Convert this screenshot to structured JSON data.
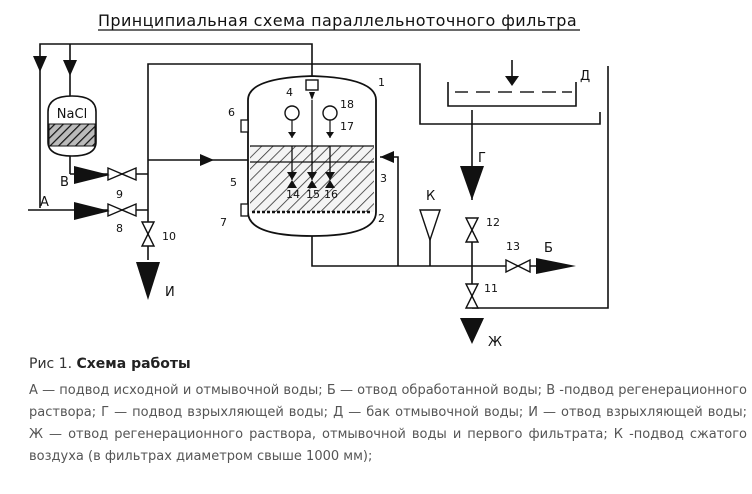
{
  "title": "Принципиальная схема параллельноточного фильтра",
  "labels": {
    "nacl": "NaCl",
    "A": "А",
    "B_in": "В",
    "B_out": "Б",
    "G": "Г",
    "D": "Д",
    "I": "И",
    "K": "К",
    "Zh": "Ж",
    "n1": "1",
    "n2": "2",
    "n3": "3",
    "n4": "4",
    "n5": "5",
    "n6": "6",
    "n7": "7",
    "n8": "8",
    "n9": "9",
    "n10": "10",
    "n11": "11",
    "n12": "12",
    "n13": "13",
    "n14": "14",
    "n15": "15",
    "n16": "16",
    "n17": "17",
    "n18": "18"
  },
  "caption": {
    "prefix": "Рис 1. ",
    "bold": "Схема работы",
    "legend": "А — подвод исходной и отмывочной воды; Б — отвод обработанной воды; В -подвод регенерационного раствора; Г — подвод взрыхляющей воды; Д — бак отмывочной воды; И — отвод взрыхляющей воды; Ж — отвод регенерационного раствора, отмывочной воды и первого фильтрата; К -подвод сжатого воздуха (в фильтрах диаметром свыше 1000 мм);"
  }
}
